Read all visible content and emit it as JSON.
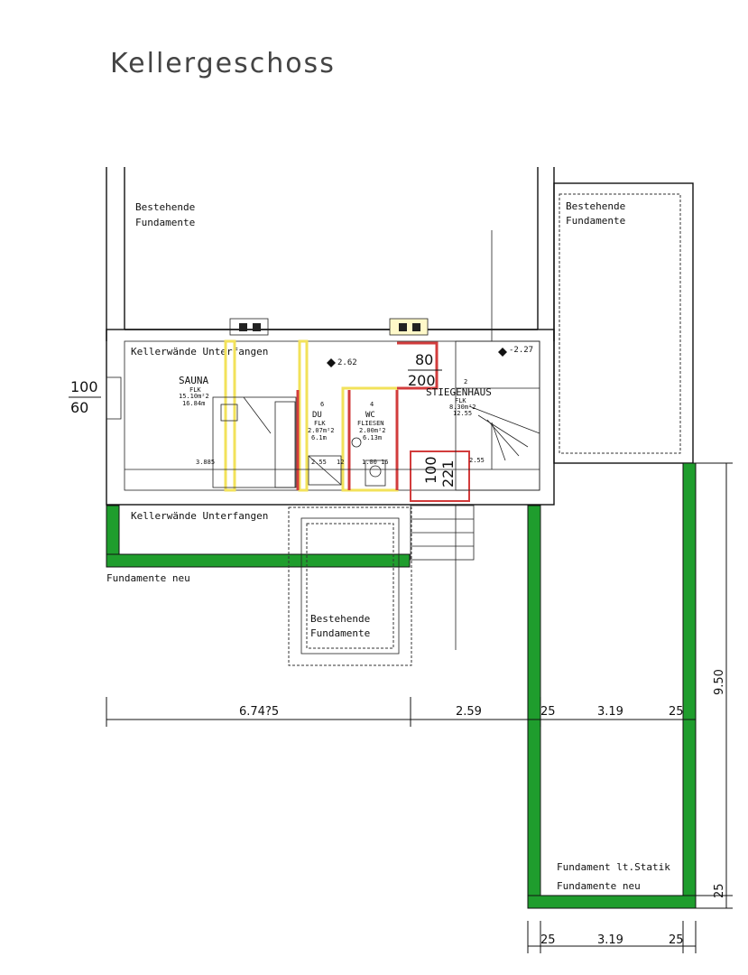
{
  "title": "Kellergeschoss",
  "labels": {
    "existing_found_1": [
      "Bestehende",
      "Fundamente"
    ],
    "existing_found_2": [
      "Bestehende",
      "Fundamente"
    ],
    "existing_found_3": [
      "Bestehende",
      "Fundamente"
    ],
    "underpin_1": "Kellerwände Unterfangen",
    "underpin_2": "Kellerwände Unterfangen",
    "found_new_1": "Fundamente neu",
    "found_statik": "Fundament lt.Statik",
    "found_new_2": "Fundamente neu",
    "sauna": [
      "SAUNA",
      "FLK",
      "15.10m²2",
      "16.84m"
    ],
    "du": [
      "DU",
      "FLK",
      "2.07m²2",
      "6.1m"
    ],
    "wc": [
      "WC",
      "FLIESEN",
      "2.00m²2",
      "6.13m"
    ],
    "stiegenhaus": "STIEGENHAUS",
    "stair_small": [
      "FLK",
      "8.30m²2",
      "12.55"
    ],
    "level_1": "2.62",
    "level_2": "-2.27",
    "door_1": [
      "100",
      "60"
    ],
    "door_2": [
      "80",
      "200"
    ],
    "door_3": [
      "100",
      "221"
    ],
    "misc_1": "3.885",
    "misc_2": "2.55",
    "misc_3": "1.00 16",
    "misc_4": "2.55",
    "mark_1": "6",
    "mark_2": "4",
    "mark_3": "2",
    "mark_4": "12"
  },
  "dimensions": {
    "d1": "6.74?5",
    "d2": "2.59",
    "d3": "25",
    "d4": "3.19",
    "d5": "25",
    "d6": "9.50",
    "d7": "25",
    "d8": "3.19",
    "d9": "25",
    "d10": "25"
  },
  "colors": {
    "new_foundation": "#1f9d2d",
    "new_wall": "#d23c3c",
    "highlight": "#f2e25a"
  }
}
